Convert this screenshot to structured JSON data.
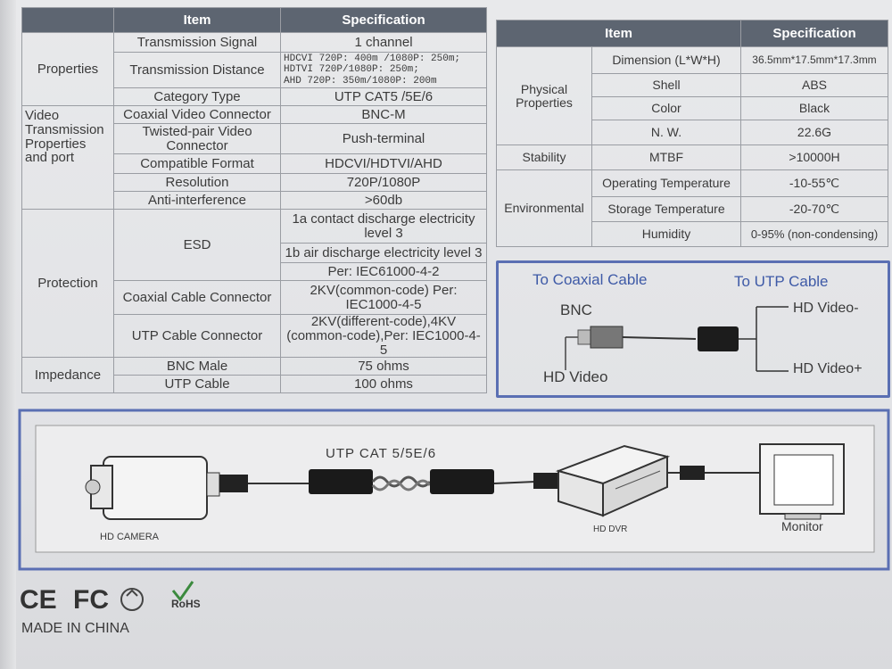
{
  "left_table": {
    "headers": [
      "Item",
      "Specification"
    ],
    "rows": {
      "properties": "Properties",
      "transmission_signal": "Transmission Signal",
      "transmission_signal_val": "1 channel",
      "transmission_distance": "Transmission Distance",
      "td_line1": "HDCVI 720P: 400m /1080P: 250m;",
      "td_line2": "HDTVI 720P/1080P: 250m;",
      "td_line3": "AHD 720P: 350m/1080P: 200m",
      "category_type": "Category Type",
      "category_type_val": "UTP CAT5 /5E/6",
      "video_group": "Video Transmission Properties and port",
      "coaxial_connector": "Coaxial Video Connector",
      "coaxial_connector_val": "BNC-M",
      "twisted_pair": "Twisted-pair Video Connector",
      "twisted_pair_val": "Push-terminal",
      "compatible_format": "Compatible Format",
      "compatible_format_val": "HDCVI/HDTVI/AHD",
      "resolution": "Resolution",
      "resolution_val": "720P/1080P",
      "anti_interference": "Anti-interference",
      "anti_interference_val": ">60db",
      "protection": "Protection",
      "esd": "ESD",
      "esd_val1": "1a contact discharge electricity level 3",
      "esd_val2": "1b air discharge electricity level 3",
      "esd_val3": "Per: IEC61000-4-2",
      "coax_cable_connector": "Coaxial Cable Connector",
      "coax_cable_connector_val": "2KV(common-code) Per: IEC1000-4-5",
      "utp_cable_connector": "UTP Cable Connector",
      "utp_cable_connector_val": "2KV(different-code),4KV (common-code),Per: IEC1000-4-5",
      "impedance": "Impedance",
      "bnc_male": "BNC Male",
      "bnc_male_val": "75 ohms",
      "utp_cable": "UTP Cable",
      "utp_cable_val": "100 ohms"
    }
  },
  "right_table": {
    "headers": [
      "Item",
      "Specification"
    ],
    "physical": "Physical Properties",
    "dimension": "Dimension (L*W*H)",
    "dimension_val": "36.5mm*17.5mm*17.3mm",
    "shell": "Shell",
    "shell_val": "ABS",
    "color": "Color",
    "color_val": "Black",
    "nw": "N. W.",
    "nw_val": "22.6G",
    "stability": "Stability",
    "mtbf": "MTBF",
    "mtbf_val": ">10000H",
    "environmental": "Environmental",
    "op_temp": "Operating Temperature",
    "op_temp_val": "-10-55℃",
    "st_temp": "Storage Temperature",
    "st_temp_val": "-20-70℃",
    "humidity": "Humidity",
    "humidity_val": "0-95% (non-condensing)"
  },
  "connector_diagram": {
    "to_coaxial": "To Coaxial Cable",
    "to_utp": "To UTP Cable",
    "bnc": "BNC",
    "hd_video": "HD Video",
    "hd_video_minus": "HD Video-",
    "hd_video_plus": "HD Video+"
  },
  "system_diagram": {
    "utp_label": "UTP CAT 5/5E/6",
    "camera": "HD CAMERA",
    "dvr": "HD DVR",
    "monitor": "Monitor"
  },
  "footer": {
    "made_in": "MADE IN CHINA",
    "rohs": "RoHS"
  },
  "colors": {
    "header_bg": "#5d6571",
    "frame_blue": "#5a6fb3",
    "text_blue": "#3e5aa7"
  }
}
